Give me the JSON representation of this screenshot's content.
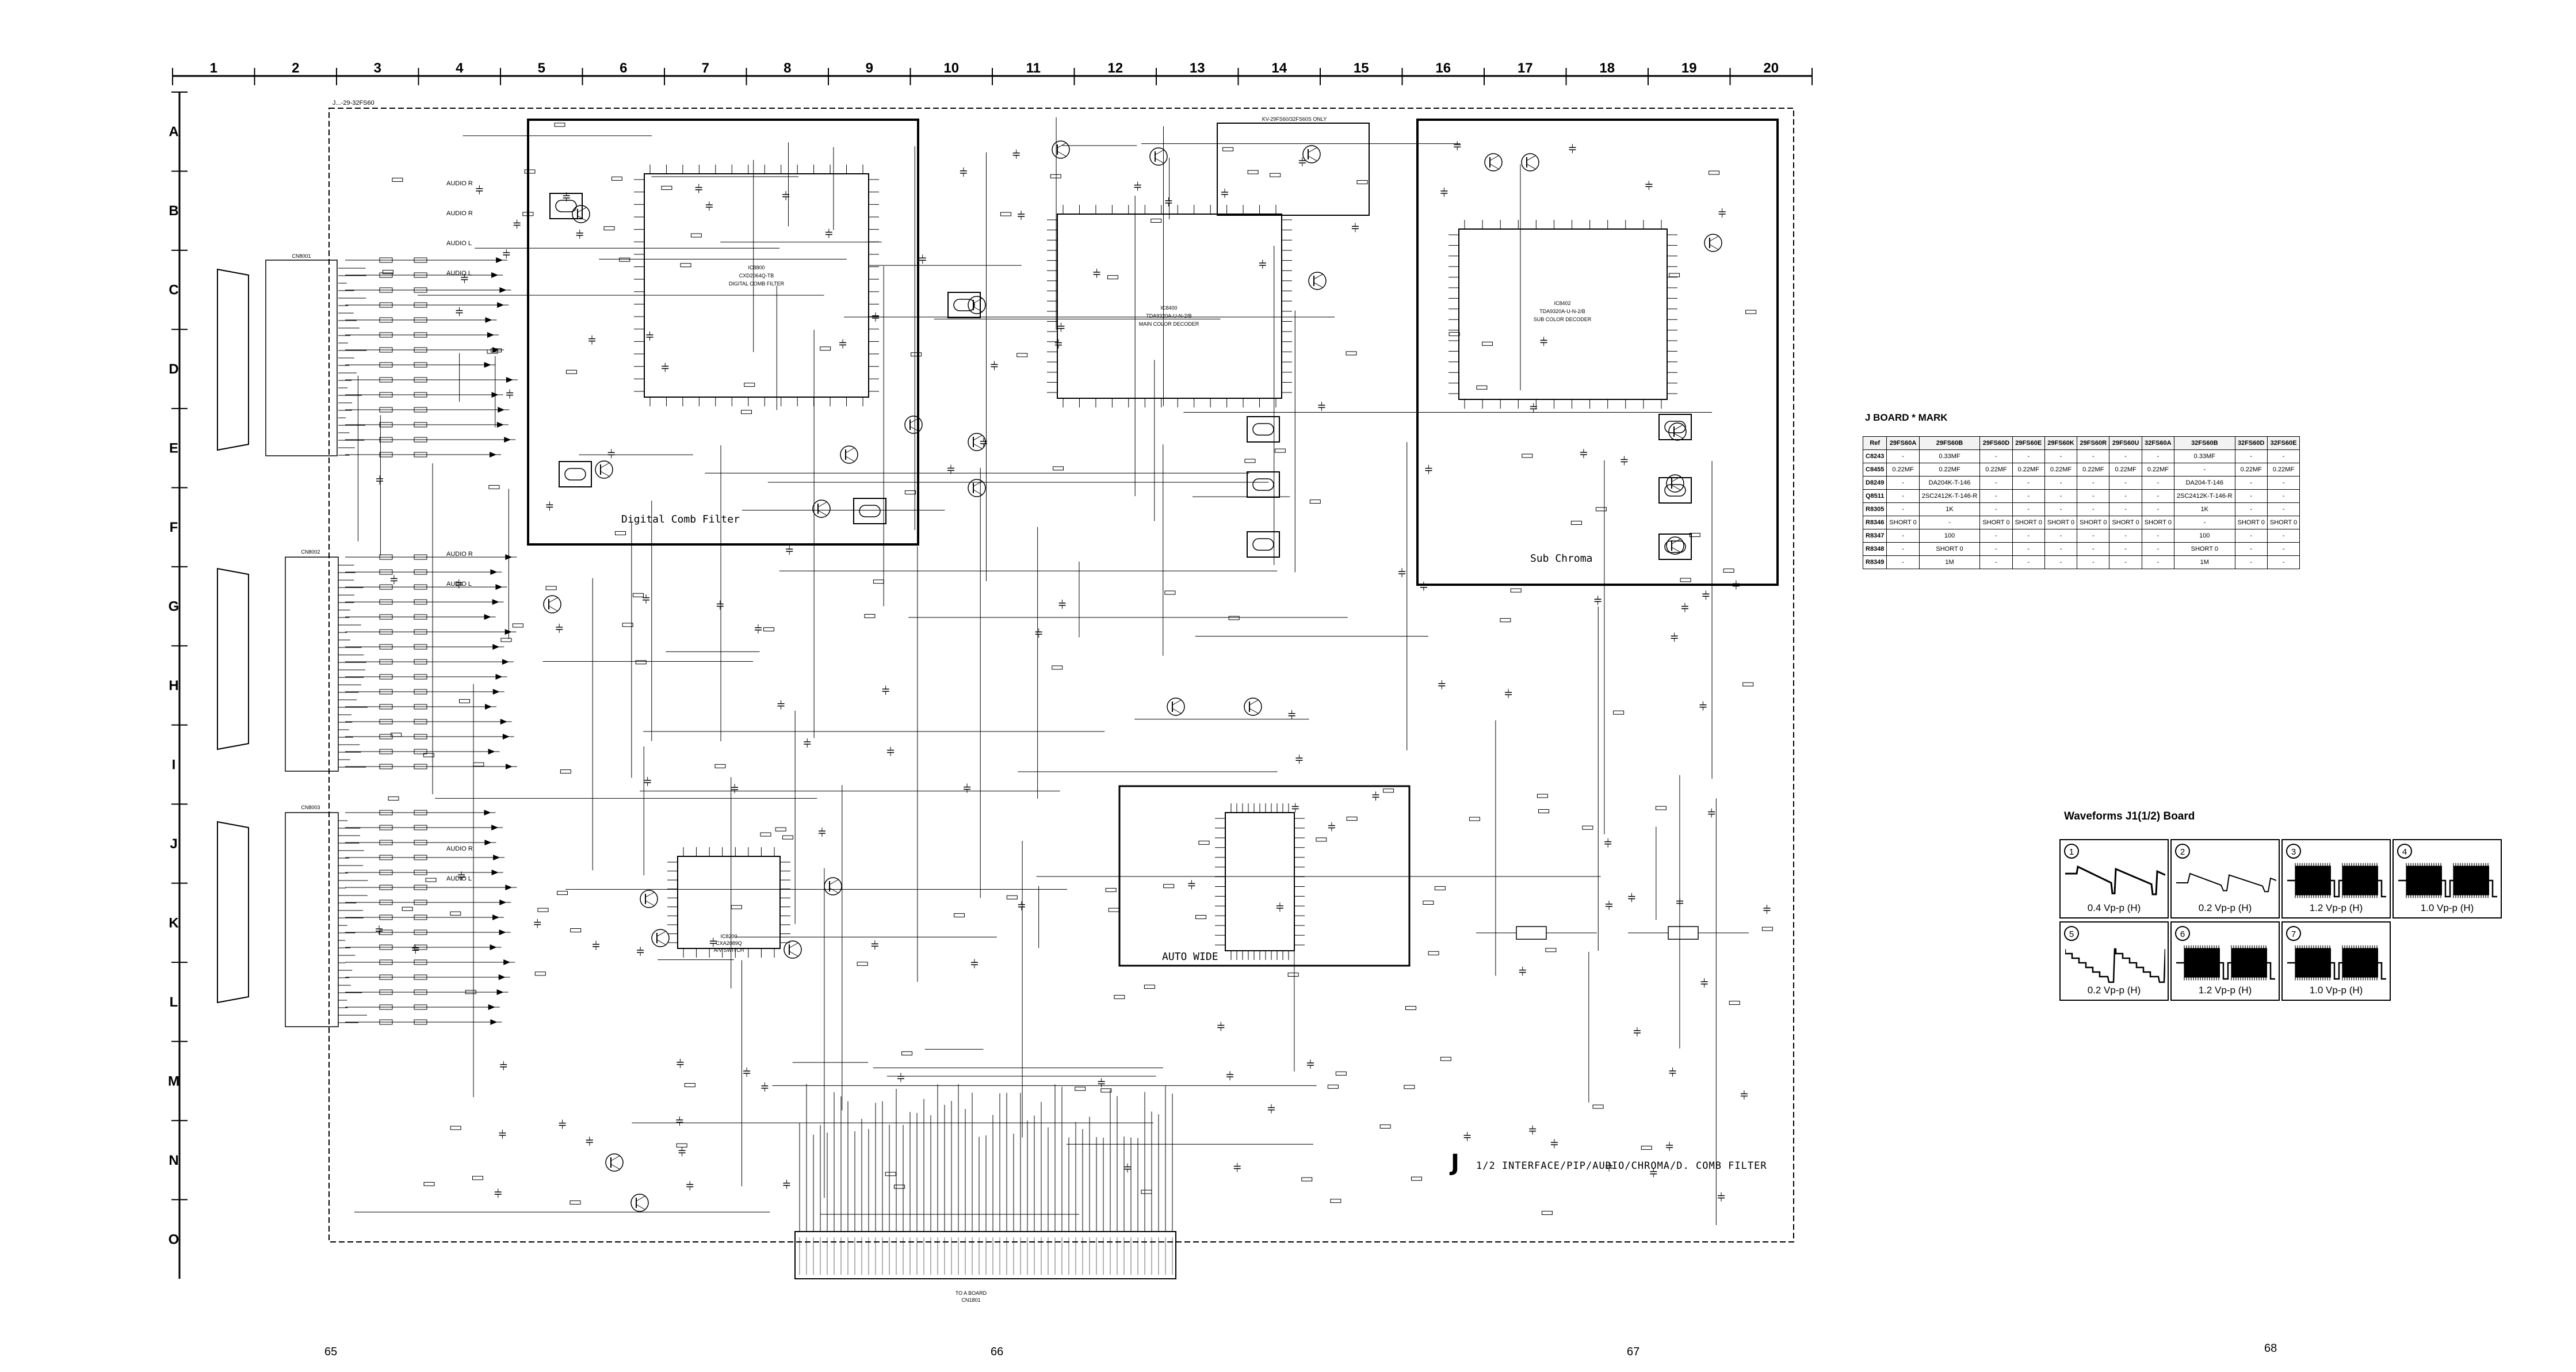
{
  "grid": {
    "columns": [
      "1",
      "2",
      "3",
      "4",
      "5",
      "6",
      "7",
      "8",
      "9",
      "10",
      "11",
      "12",
      "13",
      "14",
      "15",
      "16",
      "17",
      "18",
      "19",
      "20"
    ],
    "rows": [
      "A",
      "B",
      "C",
      "D",
      "E",
      "F",
      "G",
      "H",
      "I",
      "J",
      "K",
      "L",
      "M",
      "N",
      "O"
    ]
  },
  "schematic": {
    "board_model": "J...-29-32FS60",
    "model_note": "KV-29FS60/32FS60S ONLY",
    "digital_comb_filter_label": "Digital Comb Filter",
    "digital_comb_ic": [
      "IC8800",
      "CXD2064Q-TB",
      "DIGITAL COMB FILTER"
    ],
    "main_decoder_ic": [
      "IC8400",
      "TDA9320A-U-N-2/B",
      "MAIN COLOR DECODER"
    ],
    "sub_decoder_ic": [
      "IC8402",
      "TDA9320A-U-N-2/B",
      "SUB COLOR DECODER"
    ],
    "sub_chroma_label": "Sub Chroma",
    "auto_wide_label": "AUTO WIDE",
    "av_switch_ic": [
      "IC8200",
      "CXA2089Q",
      "A/V SWITCH"
    ],
    "connector_labels": [
      "CN8001",
      "CN8002",
      "CN8003"
    ],
    "audio_labels": [
      "AUDIO R",
      "AUDIO R",
      "AUDIO L",
      "AUDIO L",
      "AUDIO R",
      "AUDIO L",
      "AUDIO R",
      "AUDIO L"
    ],
    "to_board": [
      "TO A BOARD",
      "CN1801"
    ],
    "board_letter": "J",
    "board_description": "1/2 INTERFACE/PIP/AUDIO/CHROMA/D. COMB FILTER"
  },
  "mark_table": {
    "title": "J BOARD * MARK",
    "headers": [
      "Ref",
      "29FS60A",
      "29FS60B",
      "29FS60D",
      "29FS60E",
      "29FS60K",
      "29FS60R",
      "29FS60U",
      "32FS60A",
      "32FS60B",
      "32FS60D",
      "32FS60E"
    ],
    "rows": [
      [
        "C8243",
        "-",
        "0.33MF",
        "-",
        "-",
        "-",
        "-",
        "-",
        "-",
        "0.33MF",
        "-",
        "-"
      ],
      [
        "C8455",
        "0.22MF",
        "0.22MF",
        "0.22MF",
        "0.22MF",
        "0.22MF",
        "0.22MF",
        "0.22MF",
        "0.22MF",
        "-",
        "0.22MF",
        "0.22MF"
      ],
      [
        "D8249",
        "-",
        "DA204K-T-146",
        "-",
        "-",
        "-",
        "-",
        "-",
        "-",
        "DA204-T-146",
        "-",
        "-"
      ],
      [
        "Q8511",
        "-",
        "2SC2412K-T-146-R",
        "-",
        "-",
        "-",
        "-",
        "-",
        "-",
        "2SC2412K-T-146-R",
        "-",
        "-"
      ],
      [
        "R8305",
        "-",
        "1K",
        "-",
        "-",
        "-",
        "-",
        "-",
        "-",
        "1K",
        "-",
        "-"
      ],
      [
        "R8346",
        "SHORT 0",
        "-",
        "SHORT 0",
        "SHORT 0",
        "SHORT 0",
        "SHORT 0",
        "SHORT 0",
        "SHORT 0",
        "-",
        "SHORT 0",
        "SHORT 0"
      ],
      [
        "R8347",
        "-",
        "100",
        "-",
        "-",
        "-",
        "-",
        "-",
        "-",
        "100",
        "-",
        "-"
      ],
      [
        "R8348",
        "-",
        "SHORT 0",
        "-",
        "-",
        "-",
        "-",
        "-",
        "-",
        "SHORT 0",
        "-",
        "-"
      ],
      [
        "R8349",
        "-",
        "1M",
        "-",
        "-",
        "-",
        "-",
        "-",
        "-",
        "1M",
        "-",
        "-"
      ]
    ]
  },
  "waveforms": {
    "title": "Waveforms J1(1/2) Board",
    "items": [
      {
        "num": "1",
        "label": "0.4 Vp-p (H)",
        "kind": "sawdown"
      },
      {
        "num": "2",
        "label": "0.2 Vp-p (H)",
        "kind": "sawsmall"
      },
      {
        "num": "3",
        "label": "1.2 Vp-p (H)",
        "kind": "burst"
      },
      {
        "num": "4",
        "label": "1.0 Vp-p (H)",
        "kind": "burst"
      },
      {
        "num": "5",
        "label": "0.2 Vp-p (H)",
        "kind": "stairs"
      },
      {
        "num": "6",
        "label": "1.2 Vp-p (H)",
        "kind": "burst"
      },
      {
        "num": "7",
        "label": "1.0 Vp-p (H)",
        "kind": "burst"
      }
    ]
  },
  "page_numbers": [
    "65",
    "66",
    "67",
    "68"
  ]
}
